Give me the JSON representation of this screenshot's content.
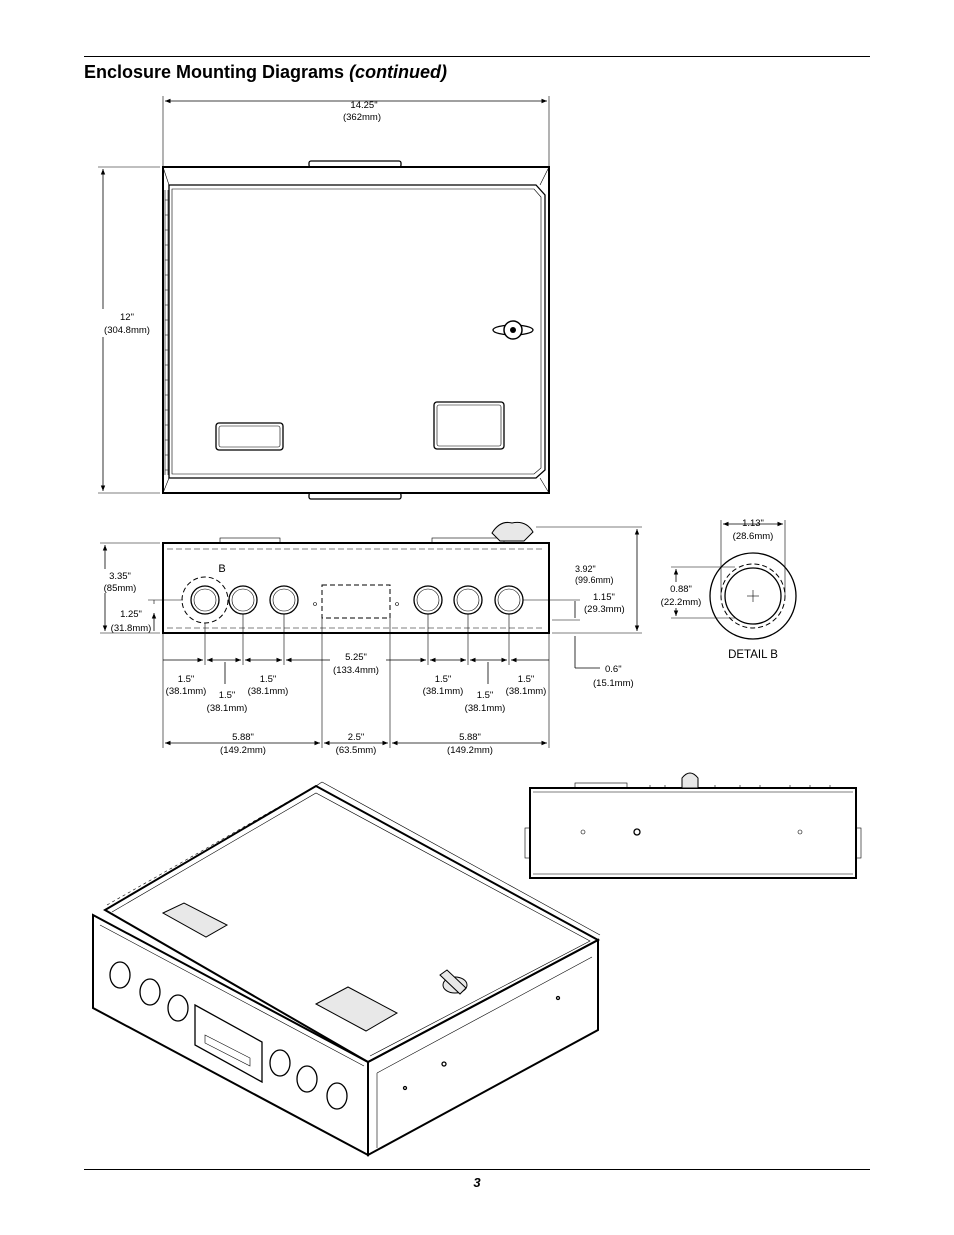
{
  "header": {
    "title": "Enclosure Mounting Diagrams",
    "title_suffix": "(continued)"
  },
  "footer": {
    "page_number": "3"
  },
  "front_view": {
    "width_in": "14.25\"",
    "width_mm": "(362mm)",
    "height_in": "12\"",
    "height_mm": "(304.8mm)"
  },
  "bottom_view": {
    "depth_in": "3.35\"",
    "depth_mm": "(85mm)",
    "ko_height_in": "1.25\"",
    "ko_height_mm": "(31.8mm)",
    "detail_marker": "B",
    "overall_depth_in": "3.92\"",
    "overall_depth_mm": "(99.6mm)",
    "ko_center_in": "1.15\"",
    "ko_center_mm": "(29.3mm)",
    "flange_in": "0.6\"",
    "flange_mm": "(15.1mm)",
    "spacing_in": "1.5\"",
    "spacing_mm": "(38.1mm)",
    "center_in": "5.25\"",
    "center_mm": "(133.4mm)",
    "side_in": "5.88\"",
    "side_mm": "(149.2mm)",
    "cutout_in": "2.5\"",
    "cutout_mm": "(63.5mm)"
  },
  "detail_b": {
    "label": "DETAIL B",
    "outer_in": "1.13\"",
    "outer_mm": "(28.6mm)",
    "inner_in": "0.88\"",
    "inner_mm": "(22.2mm)"
  }
}
